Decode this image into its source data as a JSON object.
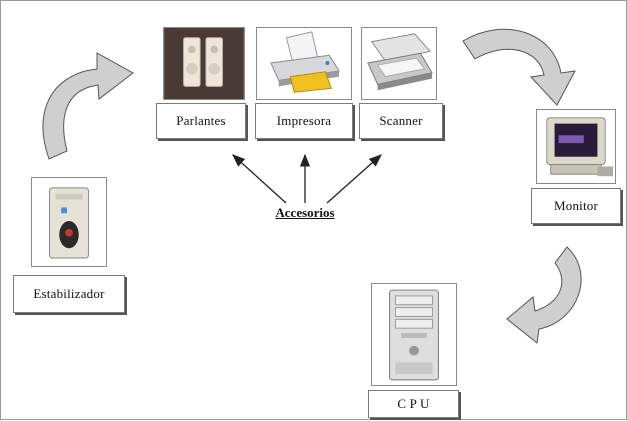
{
  "diagram": {
    "center": {
      "label": "Accesorios"
    },
    "nodes": {
      "parlantes": {
        "label": "Parlantes",
        "icon": "speakers-icon"
      },
      "impresora": {
        "label": "Impresora",
        "icon": "printer-icon"
      },
      "scanner": {
        "label": "Scanner",
        "icon": "scanner-icon"
      },
      "monitor": {
        "label": "Monitor",
        "icon": "monitor-icon"
      },
      "cpu": {
        "label": "C P U",
        "icon": "cpu-tower-icon"
      },
      "estabilizador": {
        "label": "Estabilizador",
        "icon": "stabilizer-icon"
      }
    },
    "colors": {
      "curved_arrow_fill": "#cfcfcf",
      "curved_arrow_stroke": "#555555",
      "border": "#7a7a7a"
    }
  }
}
